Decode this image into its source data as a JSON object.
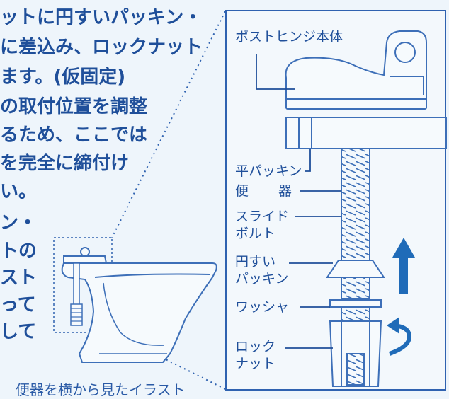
{
  "instructions": {
    "line1": "ットに円すいパッキン・",
    "line2": "に差込み、ロックナット",
    "line3": "ます。(仮固定)",
    "line4": "の取付位置を調整",
    "line5": "るため、ここでは",
    "line6": "を完全に締付け",
    "line7": "い。",
    "line8": "ン・",
    "line9": "トの",
    "line10": "スト",
    "line11": "って",
    "line12": "して"
  },
  "caption": "便器を横から見たイラスト",
  "parts": {
    "hinge_body": "ポストヒンジ本体",
    "flat_packing": "平パッキン",
    "toilet_1": "便",
    "toilet_2": "器",
    "slide_bolt_1": "スライド",
    "slide_bolt_2": "ボルト",
    "cone_packing_1": "円すい",
    "cone_packing_2": "パッキン",
    "washer": "ワッシャ",
    "lock_nut_1": "ロック",
    "lock_nut_2": "ナット"
  },
  "colors": {
    "text": "#1f4f9a",
    "line": "#2f62b0",
    "arrow": "#1f6bb8",
    "background": "#eef5fb"
  },
  "icons": [
    "up-arrow-icon",
    "rotate-arrow-icon"
  ]
}
